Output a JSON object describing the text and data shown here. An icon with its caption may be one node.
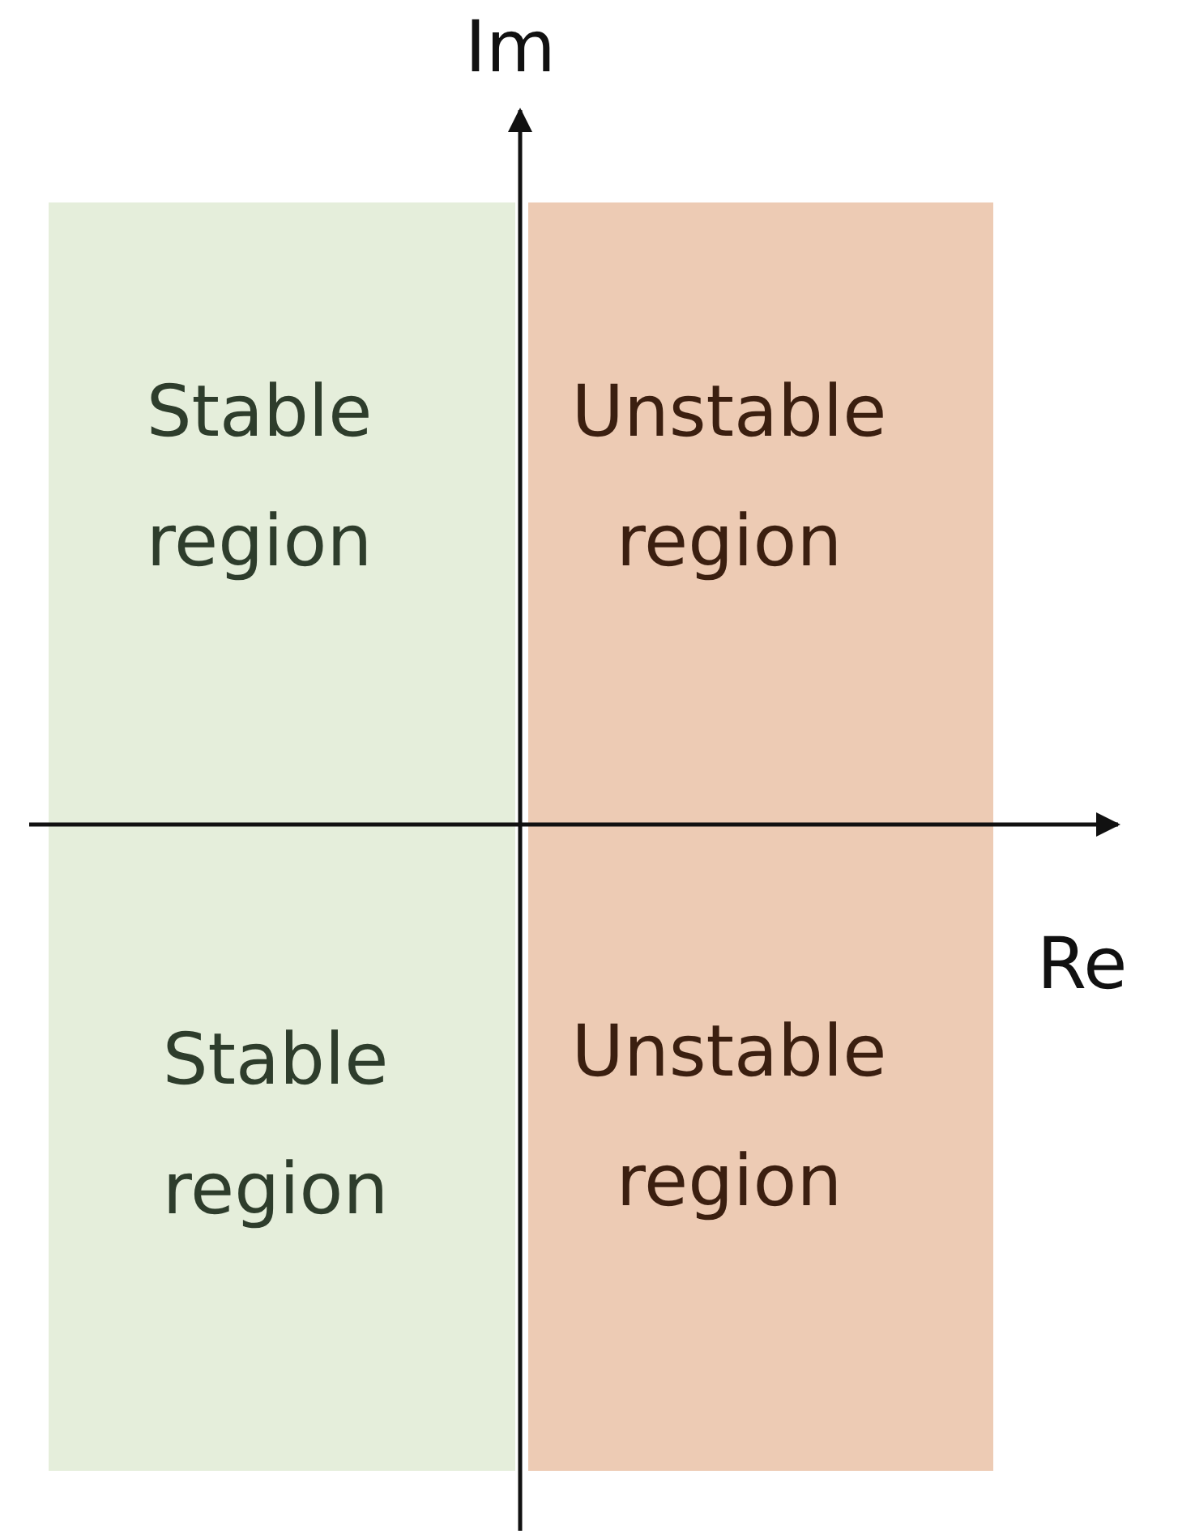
{
  "diagram": {
    "nodes": [
      {
        "text": [
          "Stable region",
          "Stable region"
        ]
      },
      {
        "text": [
          "Unstable region",
          "Unstable region"
        ]
      }
    ],
    "labels": [
      "Im",
      "Re"
    ]
  }
}
